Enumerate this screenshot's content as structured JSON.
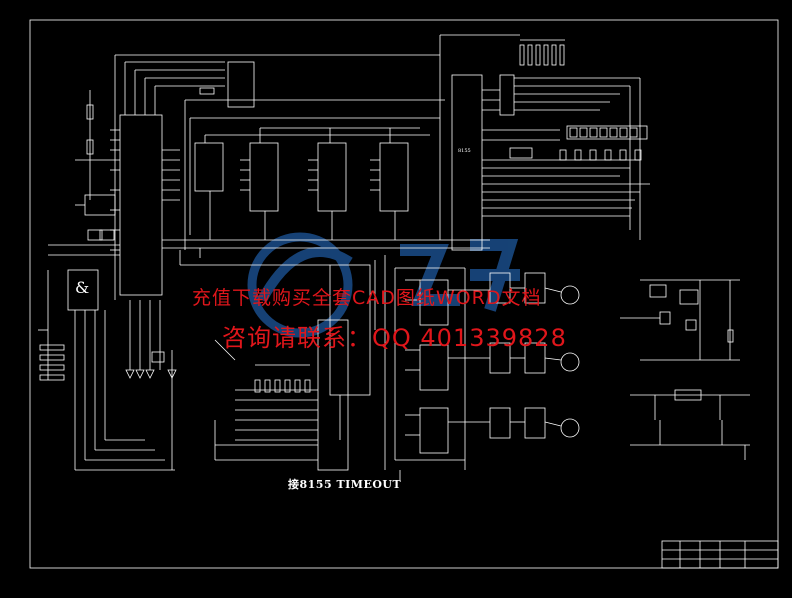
{
  "drawing": {
    "label_8155": "接8155 TIMEOUT",
    "chip_label_8155": "8155",
    "and_gate_symbol": "&"
  },
  "watermark": {
    "line1": "充值下载购买全套CAD图纸WORD文档",
    "line2": "咨询请联系：QQ 401339828"
  },
  "colors": {
    "background": "#000000",
    "lines": "#ffffff",
    "watermark_text": "#e0161b",
    "logo": "#1a4d8a"
  }
}
